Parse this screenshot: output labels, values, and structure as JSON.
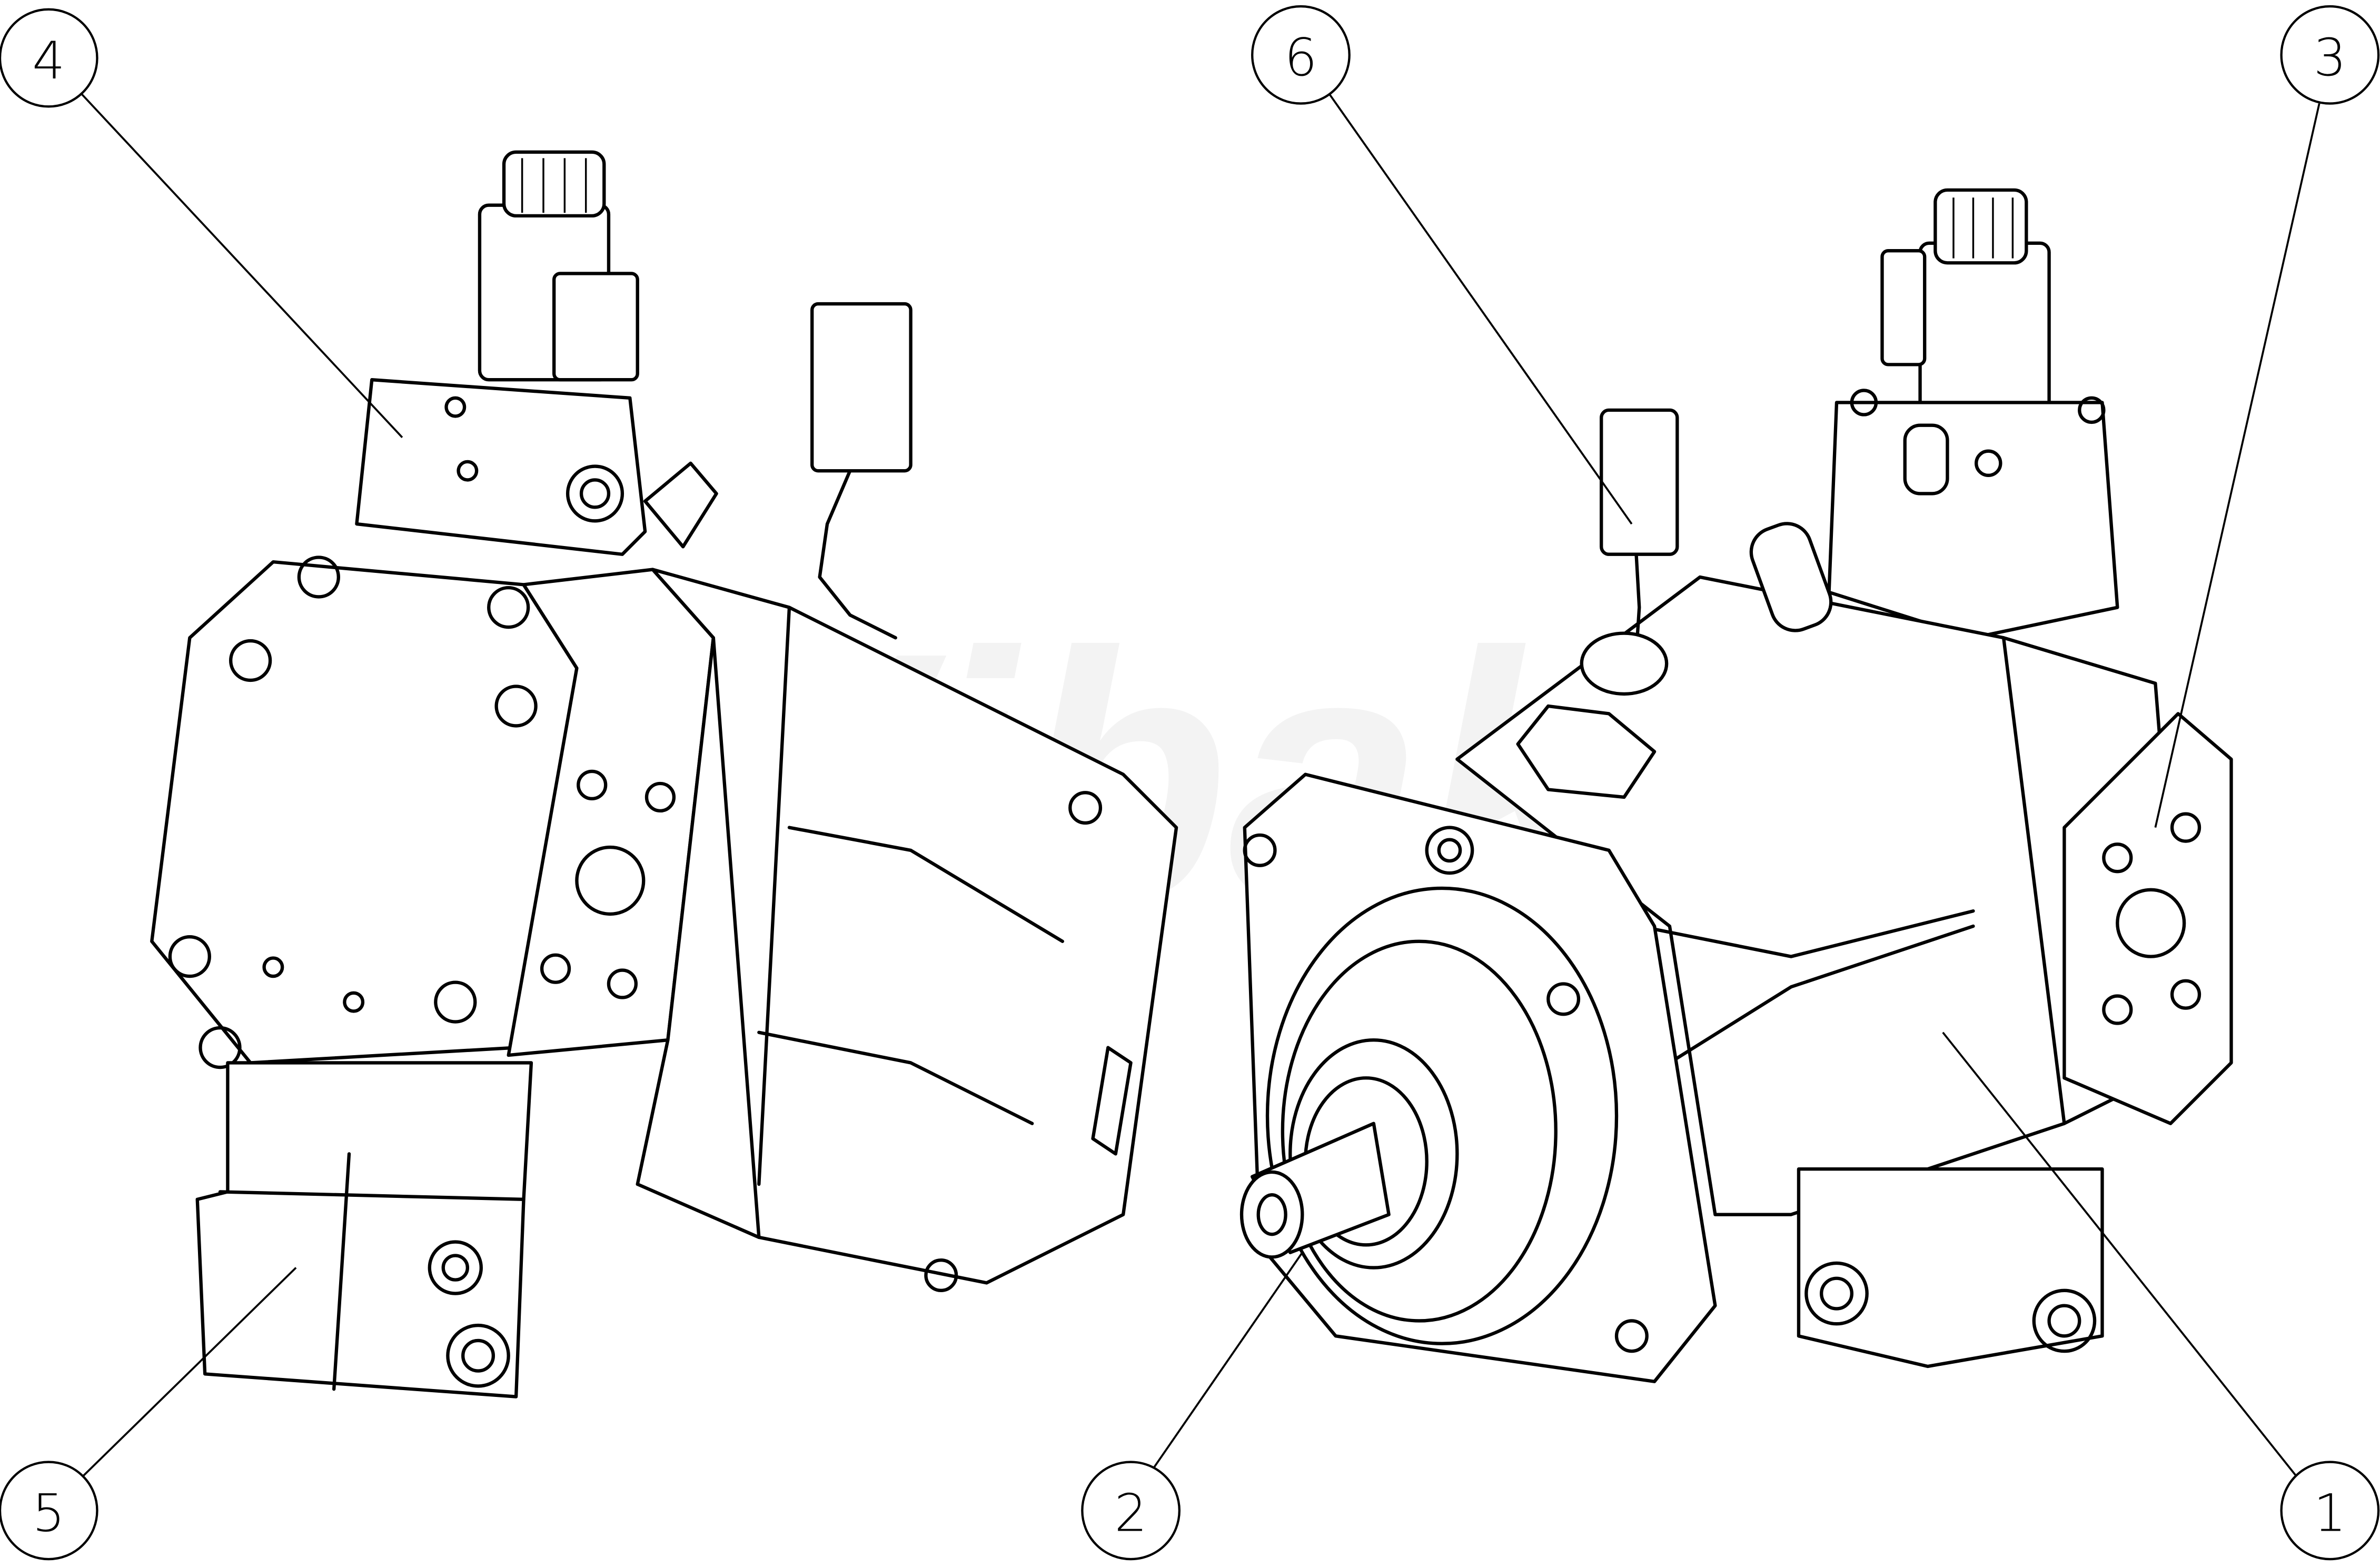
{
  "watermark": "Wibakos",
  "callouts": [
    {
      "label": "1",
      "part": "housing"
    },
    {
      "label": "2",
      "part": "drive-shaft"
    },
    {
      "label": "3",
      "part": "port-plate"
    },
    {
      "label": "4",
      "part": "control-valve"
    },
    {
      "label": "5",
      "part": "pressure-valve-block"
    },
    {
      "label": "6",
      "part": "speed-sensor-connector"
    }
  ]
}
